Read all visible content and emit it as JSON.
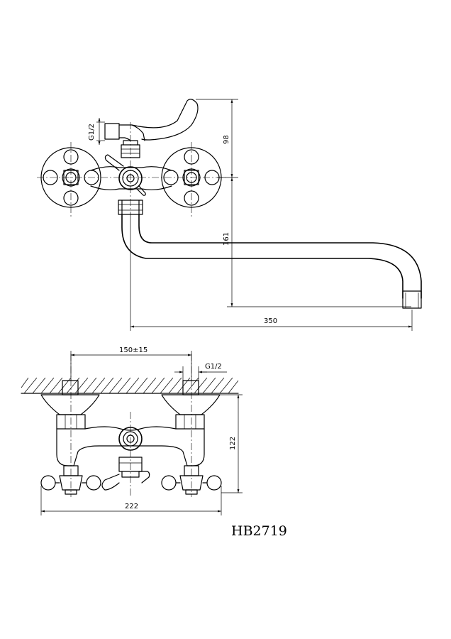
{
  "drawing": {
    "model": "HB2719",
    "front_view": {
      "thread_label": "G1/2",
      "dim_vertical_top": "98",
      "dim_vertical_spout": "161",
      "dim_horizontal_spout": "350"
    },
    "plan_view": {
      "dim_centers": "150±15",
      "thread_label": "G1/2",
      "dim_depth": "122",
      "dim_width": "222"
    }
  }
}
